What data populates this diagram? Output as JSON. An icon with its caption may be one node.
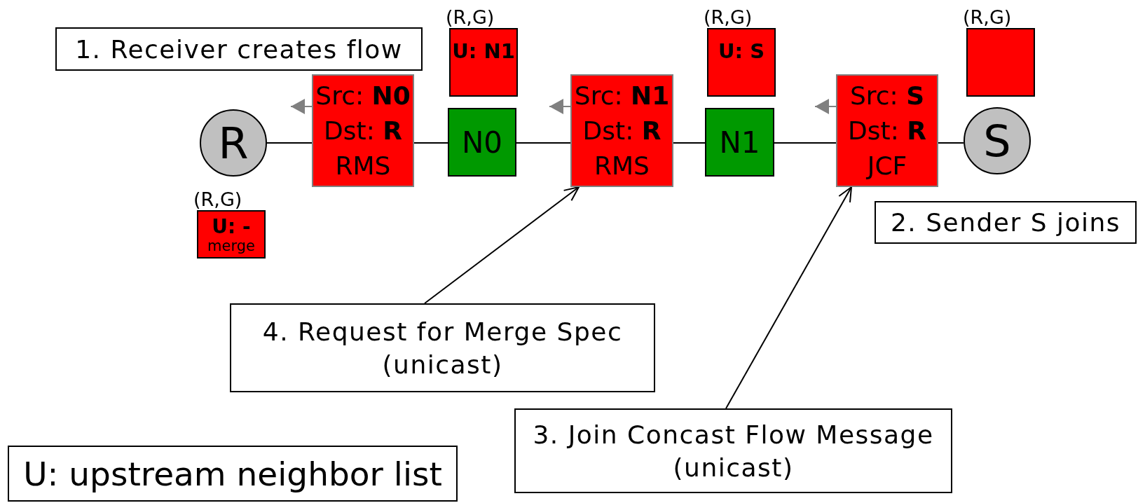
{
  "diagram": {
    "nodes": [
      {
        "text": [
          "1. Receiver creates flow"
        ]
      },
      {
        "text": [
          "U:  N1"
        ],
        "beside": [
          "(R,G)"
        ]
      },
      {
        "text": [
          "U:  S"
        ],
        "beside": [
          "(R,G)"
        ]
      },
      {
        "text": [],
        "shape": "box",
        "beside": [
          "(R,G)"
        ]
      },
      {
        "text": [
          "R"
        ]
      },
      {
        "text": [
          "Src: **N0**",
          "Dst: **R**",
          "RMS"
        ]
      },
      {
        "text": [
          "N0"
        ]
      },
      {
        "text": [
          "Src: **N1**",
          "Dst: **R**",
          "RMS"
        ]
      },
      {
        "text": [
          "N1"
        ]
      },
      {
        "text": [
          "Src: **S**",
          "Dst: **R**",
          "JCF"
        ]
      },
      {
        "text": [
          "S"
        ]
      },
      {
        "text": [
          "U:  -",
          "merge"
        ],
        "beside": [
          "(R,G)"
        ]
      },
      {
        "text": [
          "2. Sender S joins"
        ]
      },
      {
        "text": [
          "4. Request for Merge Spec (unicast)"
        ]
      },
      {
        "text": [
          "3. Join Concast Flow Message (unicast)"
        ]
      },
      {
        "text": [
          "U: upstream neighbor list"
        ]
      }
    ],
    "edges": [
      {
        "from": 4,
        "to": 5,
        "arrow": "none"
      },
      {
        "from": 5,
        "to": 6,
        "arrow": "none"
      },
      {
        "from": 6,
        "to": 7,
        "arrow": "none"
      },
      {
        "from": 7,
        "to": 8,
        "arrow": "none"
      },
      {
        "from": 8,
        "to": 9,
        "arrow": "none"
      },
      {
        "from": 9,
        "to": 10,
        "arrow": "none"
      },
      {
        "from": 5,
        "to": null,
        "arrow": "to",
        "color": "#808080"
      },
      {
        "from": 7,
        "to": null,
        "arrow": "to",
        "color": "#808080"
      },
      {
        "from": 9,
        "to": null,
        "arrow": "to",
        "color": "#808080"
      },
      {
        "from": 13,
        "to": 7,
        "arrow": "to"
      },
      {
        "from": 14,
        "to": 9,
        "arrow": "to"
      }
    ]
  }
}
